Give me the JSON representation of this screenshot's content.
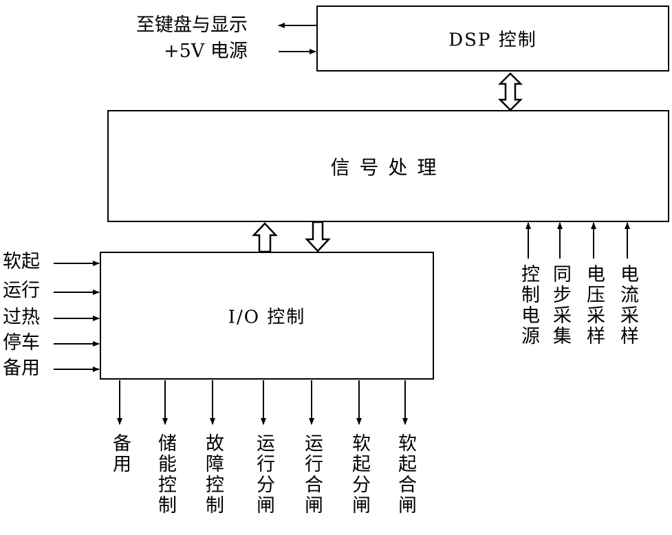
{
  "dsp_box": {
    "label": "DSP 控制"
  },
  "signal_box": {
    "label": "信号处理"
  },
  "io_box": {
    "label": "I/O 控制"
  },
  "dsp_links": {
    "to_keyboard": "至键盘与显示",
    "power_5v": "+5V 电源"
  },
  "io_inputs": [
    "软起",
    "运行",
    "过热",
    "停车",
    "备用"
  ],
  "io_outputs": [
    "备用",
    "储能控制",
    "故障控制",
    "运行分闸",
    "运行合闸",
    "软起分闸",
    "软起合闸"
  ],
  "signal_inputs": [
    "控制电源",
    "同步采集",
    "电压采样",
    "电流采样"
  ],
  "colors": {
    "line": "#000000",
    "background": "#ffffff"
  }
}
